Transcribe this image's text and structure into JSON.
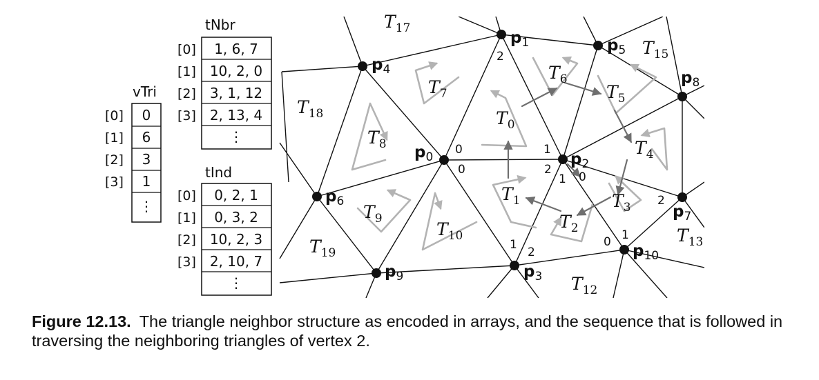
{
  "arrays": {
    "vTri": {
      "title": "vTri",
      "indices": [
        "[0]",
        "[1]",
        "[2]",
        "[3]"
      ],
      "values": [
        "0",
        "6",
        "3",
        "1",
        "⋮"
      ]
    },
    "tNbr": {
      "title": "tNbr",
      "indices": [
        "[0]",
        "[1]",
        "[2]",
        "[3]"
      ],
      "values": [
        "1, 6, 7",
        "10, 2, 0",
        "3, 1, 12",
        "2, 13, 4",
        "⋮"
      ]
    },
    "tInd": {
      "title": "tInd",
      "indices": [
        "[0]",
        "[1]",
        "[2]",
        "[3]"
      ],
      "values": [
        "0, 2, 1",
        "0, 3, 2",
        "10, 2, 3",
        "2, 10, 7",
        "⋮"
      ]
    }
  },
  "points": [
    {
      "id": "p0",
      "main": "p",
      "sub": "0"
    },
    {
      "id": "p1",
      "main": "p",
      "sub": "1"
    },
    {
      "id": "p2",
      "main": "p",
      "sub": "2"
    },
    {
      "id": "p3",
      "main": "p",
      "sub": "3"
    },
    {
      "id": "p4",
      "main": "p",
      "sub": "4"
    },
    {
      "id": "p5",
      "main": "p",
      "sub": "5"
    },
    {
      "id": "p6",
      "main": "p",
      "sub": "6"
    },
    {
      "id": "p7",
      "main": "p",
      "sub": "7"
    },
    {
      "id": "p8",
      "main": "p",
      "sub": "8"
    },
    {
      "id": "p9",
      "main": "p",
      "sub": "9"
    },
    {
      "id": "p10",
      "main": "p",
      "sub": "10"
    }
  ],
  "triangles": [
    {
      "id": "T0",
      "main": "T",
      "sub": "0"
    },
    {
      "id": "T1",
      "main": "T",
      "sub": "1"
    },
    {
      "id": "T2",
      "main": "T",
      "sub": "2"
    },
    {
      "id": "T3",
      "main": "T",
      "sub": "3"
    },
    {
      "id": "T4",
      "main": "T",
      "sub": "4"
    },
    {
      "id": "T5",
      "main": "T",
      "sub": "5"
    },
    {
      "id": "T6",
      "main": "T",
      "sub": "6"
    },
    {
      "id": "T7",
      "main": "T",
      "sub": "7"
    },
    {
      "id": "T8",
      "main": "T",
      "sub": "8"
    },
    {
      "id": "T9",
      "main": "T",
      "sub": "9"
    },
    {
      "id": "T10",
      "main": "T",
      "sub": "10"
    },
    {
      "id": "T12",
      "main": "T",
      "sub": "12"
    },
    {
      "id": "T13",
      "main": "T",
      "sub": "13"
    },
    {
      "id": "T15",
      "main": "T",
      "sub": "15"
    },
    {
      "id": "T17",
      "main": "T",
      "sub": "17"
    },
    {
      "id": "T18",
      "main": "T",
      "sub": "18"
    },
    {
      "id": "T19",
      "main": "T",
      "sub": "19"
    }
  ],
  "vertex_index_labels": [
    "0",
    "0",
    "1",
    "2",
    "2",
    "1",
    "0",
    "1",
    "2",
    "1",
    "2",
    "0"
  ],
  "caption": {
    "label": "Figure 12.13.",
    "text": "The triangle neighbor structure as encoded in arrays, and the sequence that is followed in traversing the neighboring triangles of vertex 2."
  },
  "colors": {
    "ink": "#111111",
    "traversal": "#6f6f6f",
    "orientation": "#b3b3b3"
  }
}
